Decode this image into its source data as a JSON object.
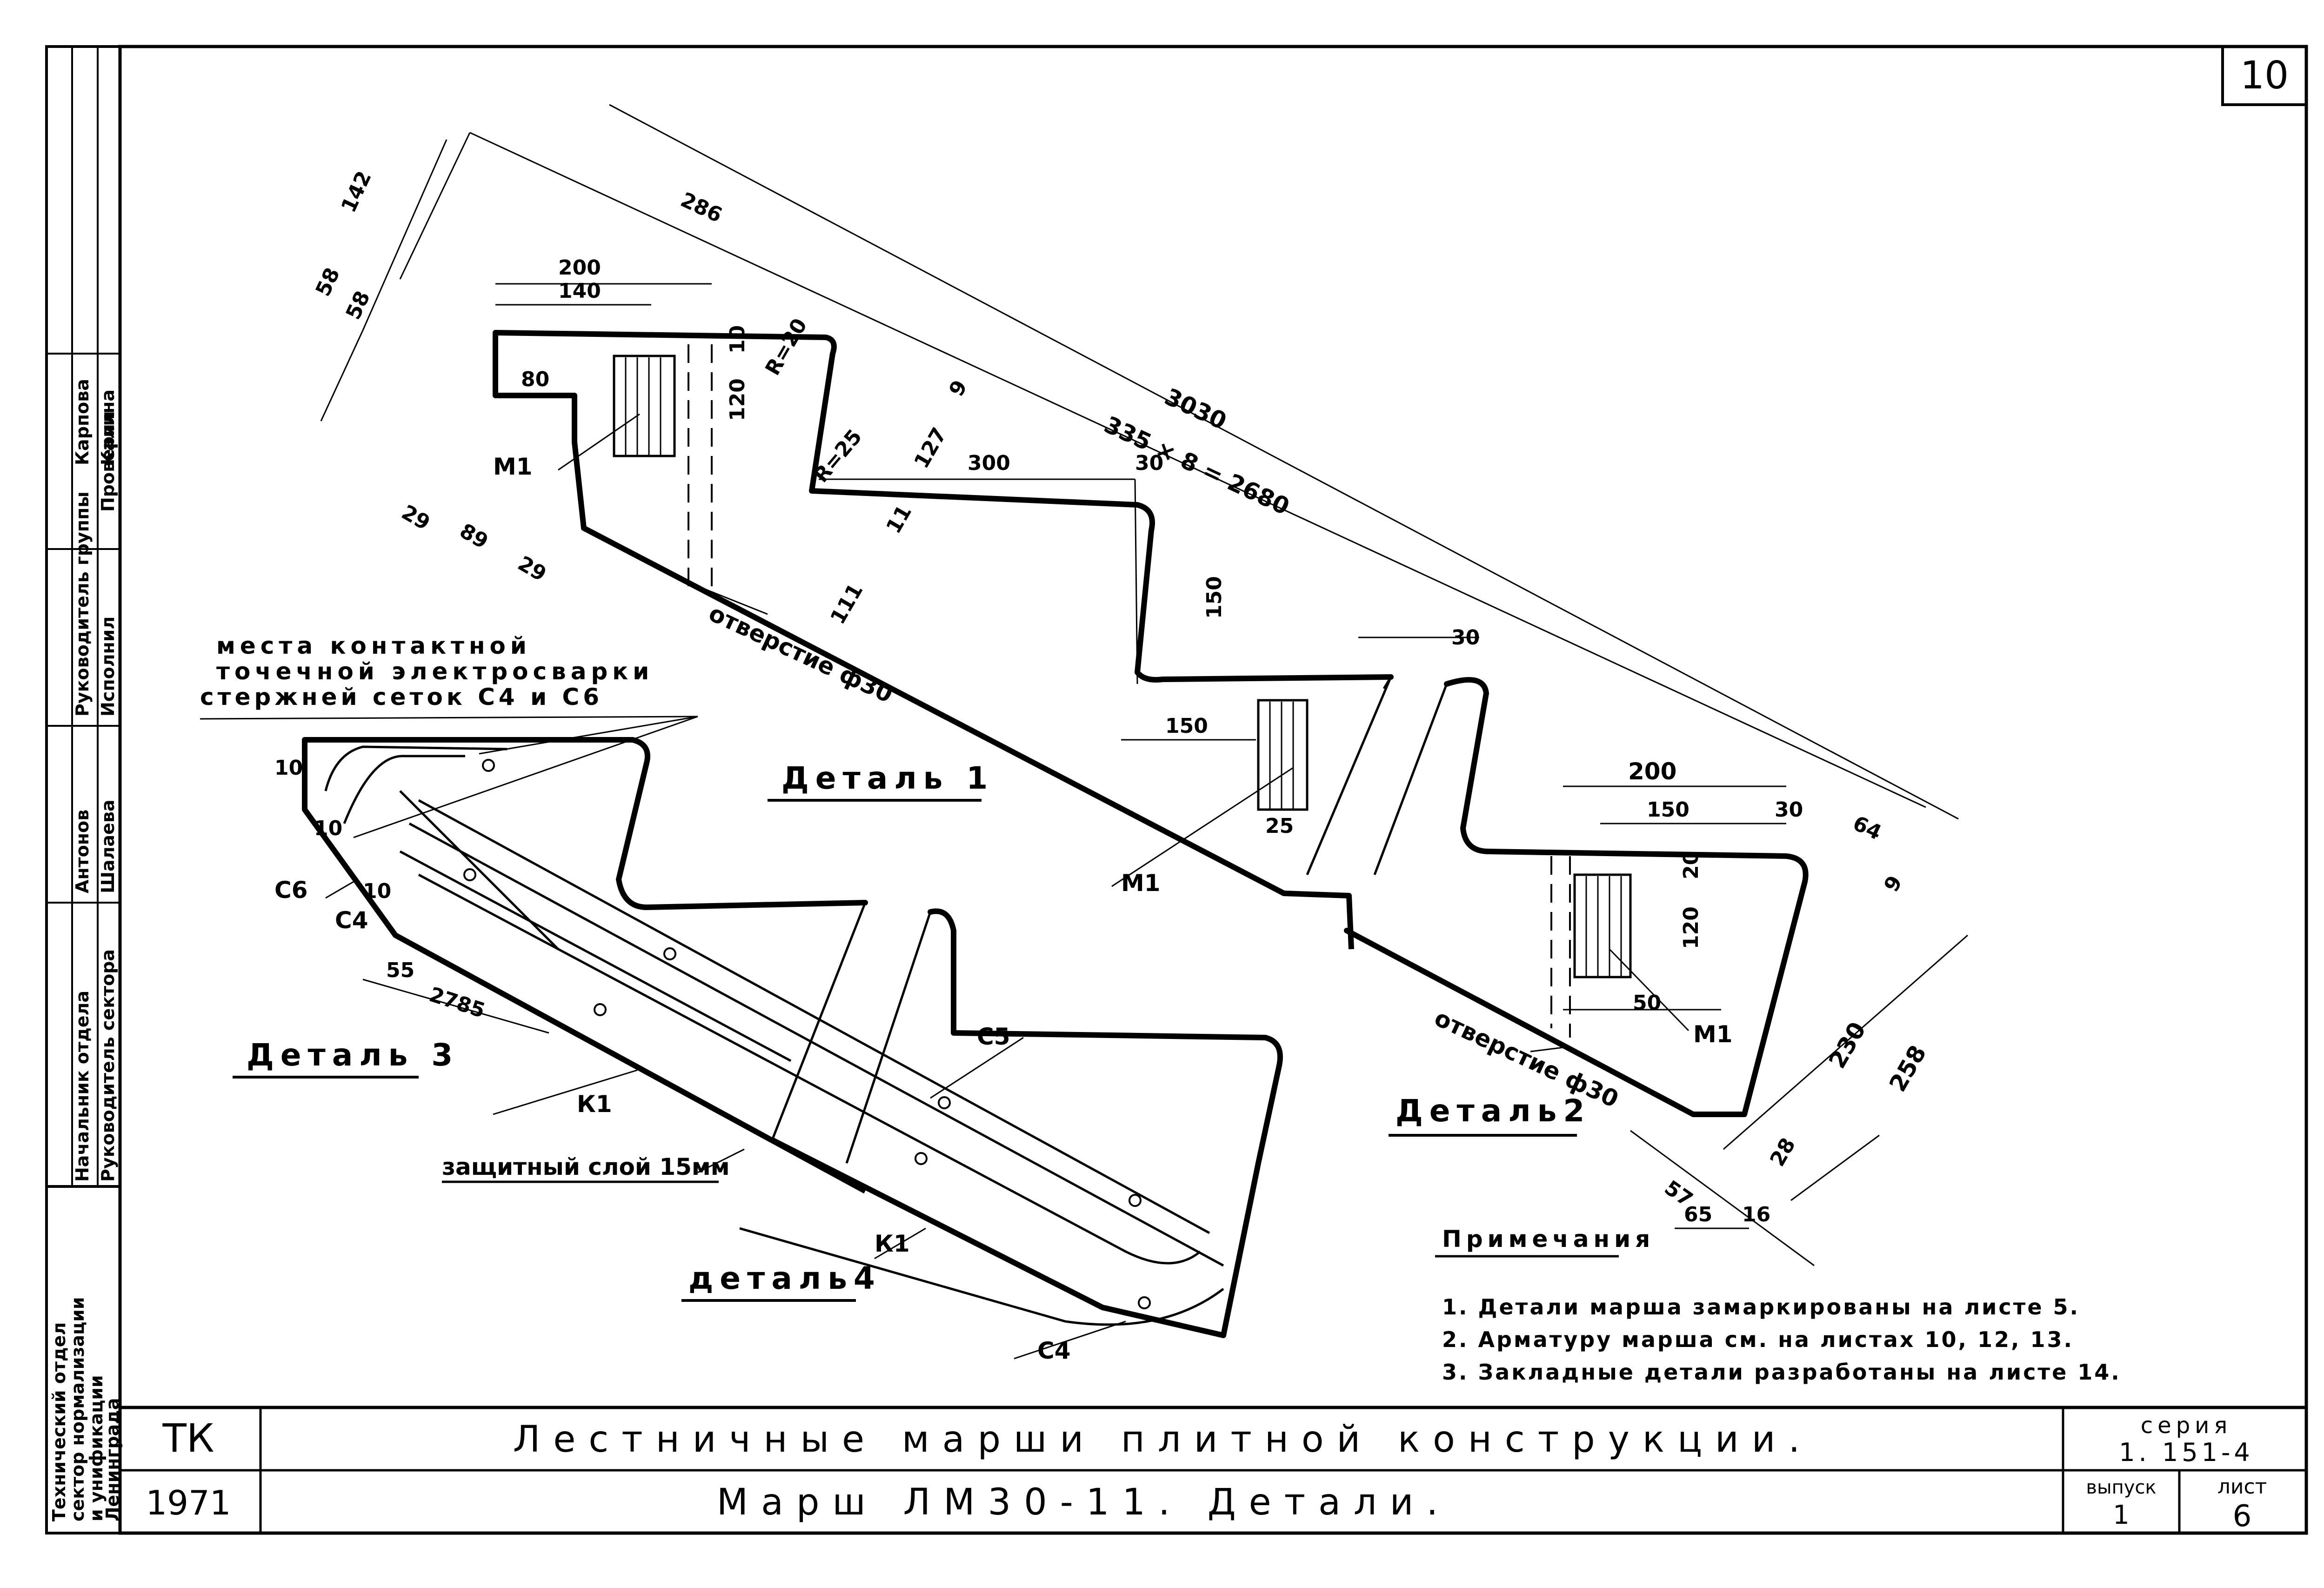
{
  "sheet_number": "10",
  "details": {
    "d1": "Деталь 1",
    "d2": "Деталь2",
    "d3": "Деталь 3",
    "d4": "деталь4"
  },
  "dimensions": {
    "d286": "286",
    "d142": "142",
    "d58a": "58",
    "d58b": "58",
    "d200a": "200",
    "d140": "140",
    "d80": "80",
    "d10a": "10",
    "d120a": "120",
    "r20": "R=20",
    "r25": "R=25",
    "d127": "127",
    "d9a": "9",
    "d300": "300",
    "d30a": "30",
    "d3030": "3030",
    "d2680": "335 × 8 = 2680",
    "d150a": "150",
    "d29a": "29",
    "d89": "89",
    "d29b": "29",
    "d111": "111",
    "d11": "11",
    "d150b": "150",
    "d25": "25",
    "d30b": "30",
    "d200b": "200",
    "d150c": "150",
    "d30c": "30",
    "d64": "64",
    "d9b": "9",
    "d20": "20",
    "d120b": "120",
    "d50": "50",
    "d230": "230",
    "d258": "258",
    "d28": "28",
    "d57": "57",
    "d65": "65",
    "d16": "16",
    "d55": "55",
    "d2785": "2785",
    "d10b": "10",
    "d10c": "10",
    "d10d": "10"
  },
  "labels": {
    "m1a": "М1",
    "m1b": "М1",
    "m1c": "М1",
    "hole1": "отверстие ф30",
    "hole2": "отверстие ф30",
    "weld1": "места контактной",
    "weld2": "точечной электросварки",
    "weld3": "стержней сеток С4 и С6",
    "c6": "С6",
    "c4a": "С4",
    "c4b": "С4",
    "c5": "С5",
    "k1a": "К1",
    "k1b": "К1",
    "cover": "защитный слой 15мм"
  },
  "notes": {
    "heading": "Примечания",
    "items": [
      "1. Детали марша замаркированы на листе 5.",
      "2. Арматуру марша см. на листах 10, 12, 13.",
      "3. Закладные детали разработаны на листе 14."
    ]
  },
  "title_block": {
    "org_code": "ТК",
    "year": "1971",
    "title_main": "Лестничные марши плитной конструкции.",
    "title_sub": "Марш ЛМ30-11. Детали.",
    "series_label": "серия",
    "series_value": "1. 151-4",
    "issue_label": "выпуск",
    "issue_value": "1",
    "sheet_label": "лист",
    "sheet_value": "6"
  },
  "stamp": {
    "roles": [
      "Руководитель сектора",
      "Начальник отдела",
      "Руководитель группы",
      "Исполнил",
      "Проверил"
    ],
    "names": [
      "Шалаева",
      "Антонов",
      "Карпова",
      "Калина"
    ],
    "organization": [
      "Технический отдел",
      "сектор нормализации",
      "и унификации",
      "Ленинграда"
    ]
  }
}
